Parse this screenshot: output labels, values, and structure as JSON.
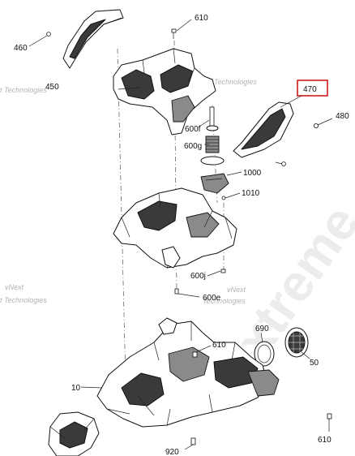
{
  "callouts": {
    "c460": "460",
    "c450": "450",
    "c610_top": "610",
    "c470": "470",
    "c480": "480",
    "c600f": "600f",
    "c600g": "600g",
    "c1000": "1000",
    "c1010": "1010",
    "c600j": "600j",
    "c600e": "600e",
    "c610_mid": "610",
    "c690": "690",
    "c50": "50",
    "c10": "10",
    "c610_bot": "610",
    "c920": "920"
  },
  "highlight_color": "#d11a1a",
  "watermark": {
    "line1": "t Technologies",
    "line2": "Technologies",
    "line3": "vNext",
    "line4": "t Technologies",
    "line5": "Technologies",
    "line6": "vNext",
    "brand": "Extreme"
  }
}
